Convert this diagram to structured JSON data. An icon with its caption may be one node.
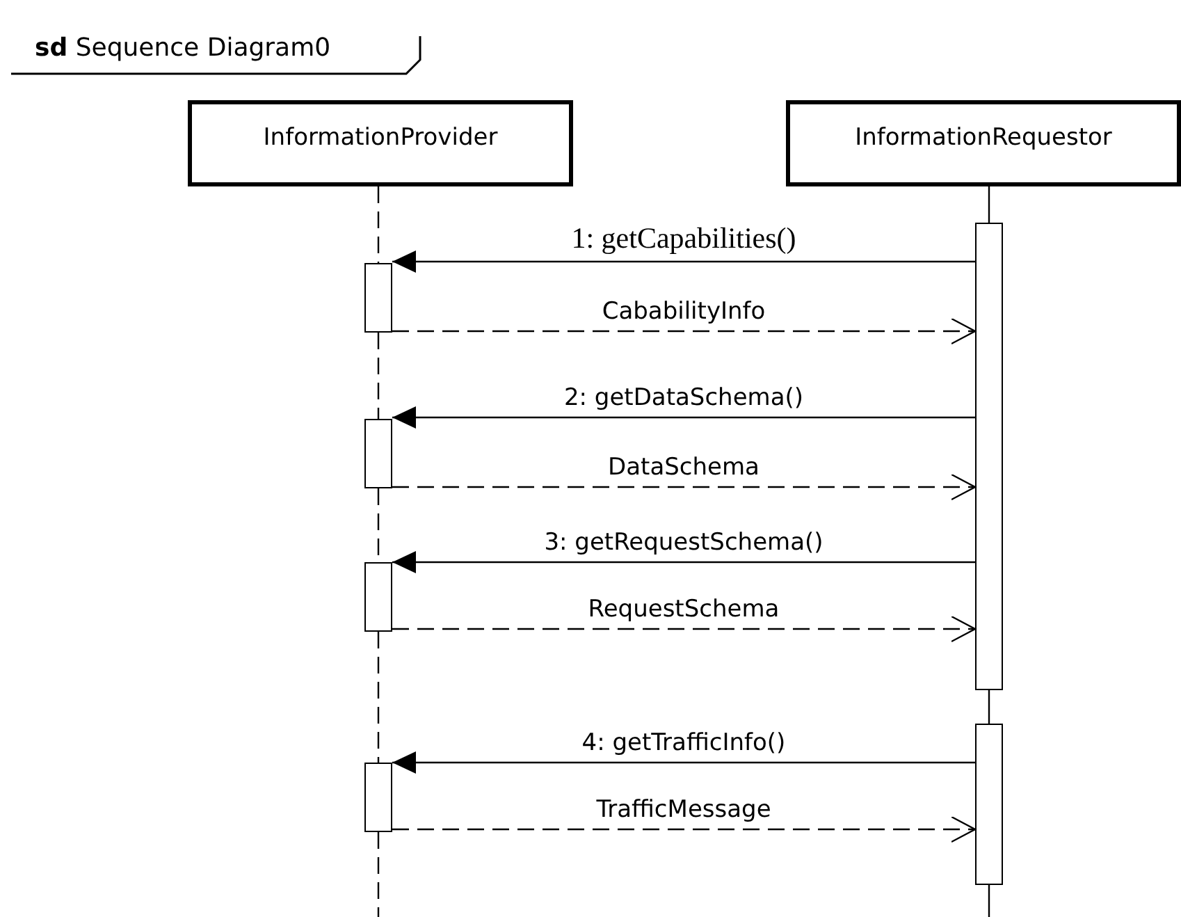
{
  "diagram": {
    "title": "**sd** Sequence Diagram0",
    "nodes": [
      {
        "text": [
          "InformationProvider"
        ]
      },
      {
        "text": [
          "InformationRequestor"
        ]
      },
      {
        "text": [],
        "shape": "bar"
      },
      {
        "text": [],
        "shape": "bar"
      },
      {
        "text": [],
        "shape": "bar"
      },
      {
        "text": [],
        "shape": "bar"
      },
      {
        "text": [],
        "shape": "bar"
      },
      {
        "text": [],
        "shape": "bar"
      }
    ],
    "edges": [
      {
        "from": 2,
        "to": 4,
        "arrow": "to",
        "label": "1: getCapabilities()"
      },
      {
        "from": 4,
        "to": 2,
        "arrow": "to",
        "label": "CababilityInfo",
        "style": "dashed"
      },
      {
        "from": 2,
        "to": 5,
        "arrow": "to",
        "label": "2: getDataSchema()"
      },
      {
        "from": 5,
        "to": 2,
        "arrow": "to",
        "label": "DataSchema",
        "style": "dashed"
      },
      {
        "from": 2,
        "to": 6,
        "arrow": "to",
        "label": "3: getRequestSchema()"
      },
      {
        "from": 6,
        "to": 2,
        "arrow": "to",
        "label": "RequestSchema",
        "style": "dashed"
      },
      {
        "from": 3,
        "to": 7,
        "arrow": "to",
        "label": "4: getTrafficInfo()"
      },
      {
        "from": 7,
        "to": 3,
        "arrow": "to",
        "label": "TrafficMessage",
        "style": "dashed"
      },
      {
        "from": 1,
        "to": 2,
        "arrow": "none"
      },
      {
        "from": 2,
        "to": 3,
        "arrow": "none"
      },
      {
        "from": 3,
        "to": null,
        "arrow": "none"
      },
      {
        "from": 0,
        "to": 4,
        "arrow": "none",
        "style": "dashed"
      },
      {
        "from": 4,
        "to": 5,
        "arrow": "none",
        "style": "dashed"
      },
      {
        "from": 5,
        "to": 6,
        "arrow": "none",
        "style": "dashed"
      },
      {
        "from": 6,
        "to": 7,
        "arrow": "none",
        "style": "dashed"
      },
      {
        "from": 7,
        "to": null,
        "arrow": "none",
        "style": "dashed"
      }
    ]
  }
}
